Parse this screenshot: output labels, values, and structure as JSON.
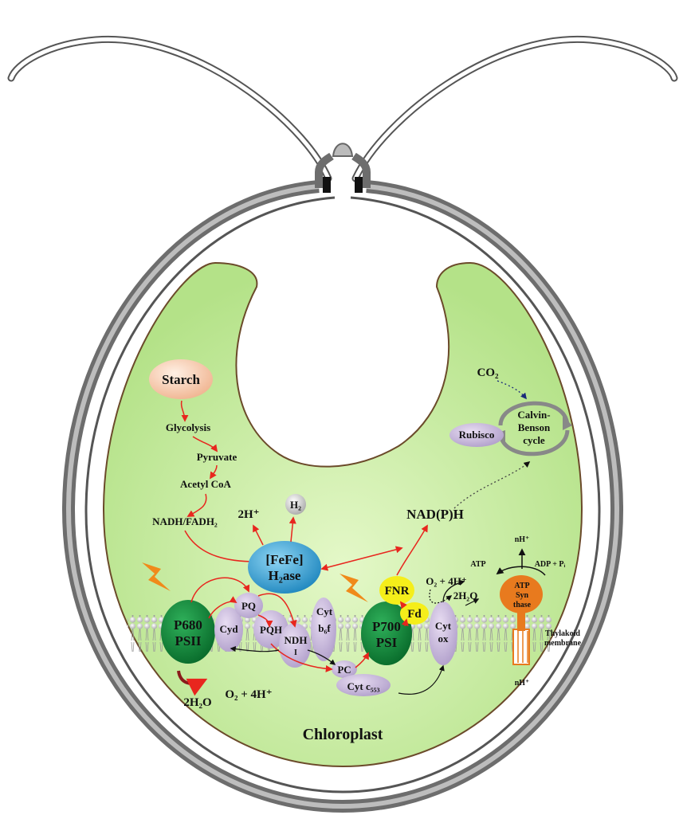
{
  "labels": {
    "starch": "Starch",
    "glycolysis": "Glycolysis",
    "pyruvate": "Pyruvate",
    "acetyl_coa": "Acetyl CoA",
    "nadh_fadh2": "NADH/FADH₂",
    "two_h_plus": "2H⁺",
    "h2": "H₂",
    "hydrogenase_line1": "[FeFe]",
    "hydrogenase_line2": "H₂ase",
    "nadph": "NAD(P)H",
    "co2": "CO₂",
    "rubisco": "Rubisco",
    "calvin_line1": "Calvin-",
    "calvin_line2": "Benson",
    "calvin_line3": "cycle",
    "fnr": "FNR",
    "fd": "Fd",
    "o2_4h_top": "O₂ + 4H⁺",
    "two_h2o_top": "2H₂O",
    "nh_top": "nH⁺",
    "atp": "ATP",
    "adp_pi": "ADP + Pᵢ",
    "atp_synthase_line1": "ATP",
    "atp_synthase_line2": "Syn",
    "atp_synthase_line3": "thase",
    "thylakoid_line1": "Thylakoid",
    "thylakoid_line2": "membrane",
    "nh_bottom": "nH⁺",
    "pq": "PQ",
    "pqh2": "PQH₂",
    "cyd": "Cyd",
    "ndh_line1": "NDH",
    "ndh_line2": "I",
    "cytb6f_line1": "Cyt",
    "cytb6f_line2": "b₆f",
    "p680": "P680",
    "psii": "PSII",
    "p700": "P700",
    "psi": "PSI",
    "pc": "PC",
    "cyt_c553": "Cyt c₅₅₃",
    "cyt_ox_line1": "Cyt",
    "cyt_ox_line2": "ox",
    "two_h2o_bottom": "2H₂O",
    "o2_4h_bottom": "O₂ + 4H⁺",
    "chloroplast": "Chloroplast"
  },
  "colors": {
    "chloroplast_fill": "#c6ec9a",
    "cell_wall": "#7a7a7a",
    "starch_fill": "#f7c8a8",
    "hydrogenase_fill": "#3aa6d6",
    "photosystem_fill": "#0e8a3a",
    "protein_fill": "#c8b8dc",
    "fnr_fill": "#f5ee1a",
    "atp_synthase_fill": "#e87a1e",
    "reaction_arrow": "#e8261e",
    "lightning": "#f08a1a",
    "title_text": "#2a7a20"
  }
}
